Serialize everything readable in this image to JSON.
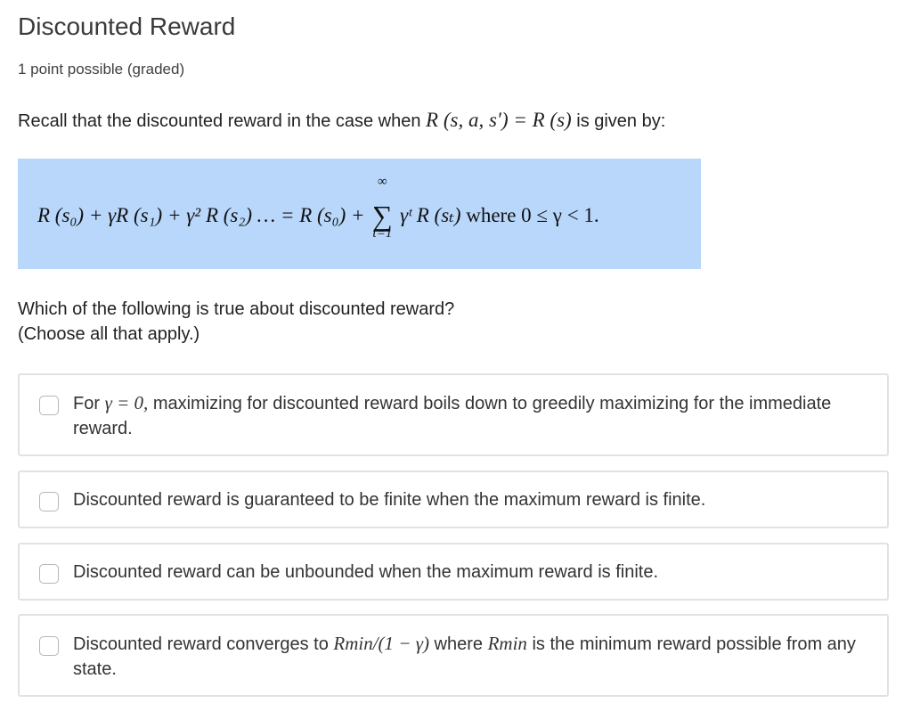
{
  "problem": {
    "title": "Discounted Reward",
    "points": "1 point possible (graded)",
    "intro_before": "Recall that the discounted reward in the case when ",
    "intro_math": "R (s, a, s′) = R (s)",
    "intro_after": " is given by:"
  },
  "formula": {
    "lhs": "R (s₀) + γR (s₁) + γ² R (s₂) … = R (s₀) + ",
    "sum_symbol": "∑",
    "sum_upper": "∞",
    "sum_lower": "t=1",
    "term": "γᵗ R (sₜ)",
    "where": " where 0 ≤ γ < 1."
  },
  "question": {
    "line1": "Which of the following is true about discounted reward?",
    "line2": "(Choose all that apply.)"
  },
  "options": [
    {
      "prefix": "For ",
      "math": "γ = 0,",
      "text": " maximizing for discounted reward boils down to greedily maximizing for the immediate reward.",
      "checked": false
    },
    {
      "text": "Discounted reward is guaranteed to be finite when the maximum reward is finite.",
      "checked": false
    },
    {
      "text": "Discounted reward can be unbounded when the maximum reward is finite.",
      "checked": false
    },
    {
      "prefix": "Discounted reward converges to ",
      "math": "Rmin/(1 − γ)",
      "middle": " where ",
      "math2": "Rmin",
      "text": " is the minimum reward possible from any state.",
      "checked": false
    }
  ]
}
